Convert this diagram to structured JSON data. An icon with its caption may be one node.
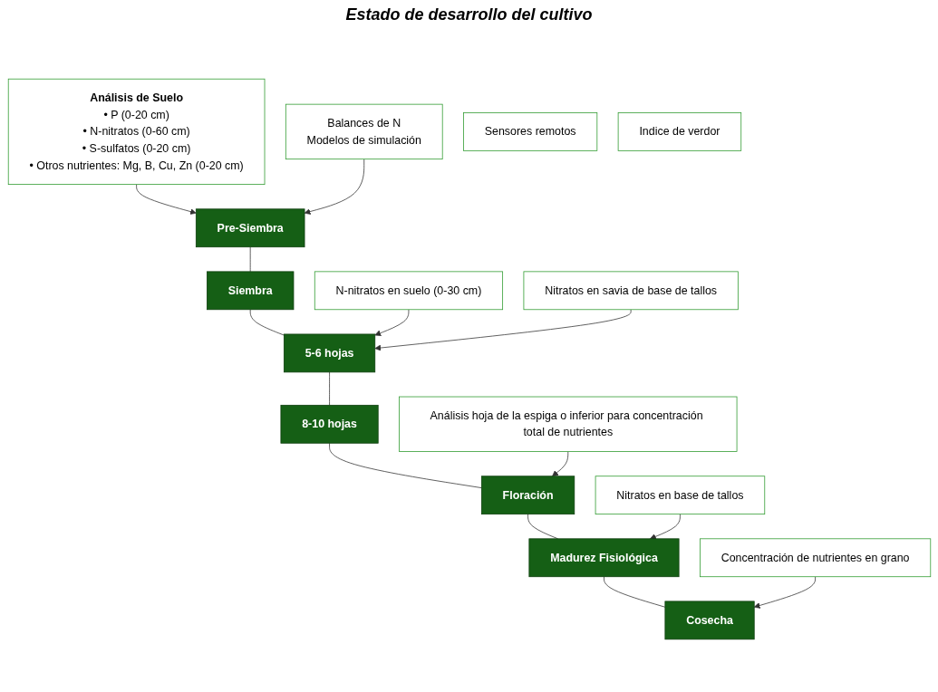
{
  "diagram": {
    "nodes": [
      {
        "text": [
          "Análisis de Suelo",
          "• P (0-20 cm)",
          "• N-nitratos (0-60 cm)",
          "• S-sulfatos (0-20 cm)",
          "• Otros nutrientes: Mg, B, Cu, Zn (0-20 cm)"
        ]
      },
      {
        "text": [
          "Pre-Siembra"
        ]
      },
      {
        "text": [
          "Balances de N",
          "Modelos de simulación"
        ]
      },
      {
        "text": [
          "Siembra"
        ]
      },
      {
        "text": [
          "N-nitratos en suelo (0-30 cm)"
        ]
      },
      {
        "text": [
          "5-6 hojas"
        ]
      },
      {
        "text": [
          "Nitratos en savia de base de tallos"
        ]
      },
      {
        "text": [
          "8-10 hojas"
        ]
      },
      {
        "text": [
          "Sensores remotos"
        ]
      },
      {
        "text": [
          "Análisis hoja de la espiga o inferior para concentración total de nutrientes"
        ]
      },
      {
        "text": [
          "Floración"
        ]
      },
      {
        "text": [
          "Indice de verdor"
        ]
      },
      {
        "text": [
          "Nitratos en base de tallos"
        ]
      },
      {
        "text": [
          "Madurez Fisiológica"
        ]
      },
      {
        "text": [
          "Concentración de nutrientes en grano"
        ]
      },
      {
        "text": [
          "Cosecha"
        ]
      }
    ],
    "edges": [
      {
        "from": 0,
        "to": 1,
        "arrow": "to"
      },
      {
        "from": 2,
        "to": 1,
        "arrow": "to"
      },
      {
        "from": 1,
        "to": 3,
        "arrow": "none"
      },
      {
        "from": 3,
        "to": 5,
        "arrow": "none"
      },
      {
        "from": 4,
        "to": 5,
        "arrow": "to"
      },
      {
        "from": 6,
        "to": 5,
        "arrow": "to"
      },
      {
        "from": 5,
        "to": 7,
        "arrow": "none"
      },
      {
        "from": 7,
        "to": 10,
        "arrow": "none"
      },
      {
        "from": 9,
        "to": 10,
        "arrow": "to"
      },
      {
        "from": 10,
        "to": 13,
        "arrow": "none"
      },
      {
        "from": 12,
        "to": 13,
        "arrow": "to"
      },
      {
        "from": 13,
        "to": 15,
        "arrow": "none"
      },
      {
        "from": 14,
        "to": 15,
        "arrow": "to"
      }
    ],
    "labels": [
      "Estado de desarrollo del cultivo"
    ]
  }
}
